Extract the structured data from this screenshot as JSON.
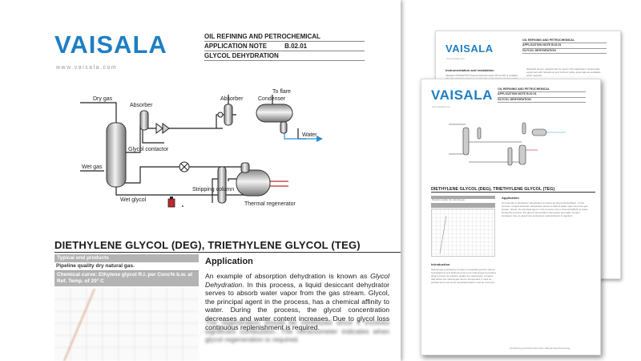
{
  "brand": {
    "logo_text": "VAISALA",
    "url": "www.vaisala.com",
    "color": "#1e7fc4"
  },
  "header": {
    "line1": "OIL REFINING AND PETROCHEMICAL",
    "line2_label": "APPLICATION NOTE",
    "line2_value": "B.02.01",
    "line3": "GLYCOL DEHYDRATION"
  },
  "diagram": {
    "dry_gas": "Dry gas",
    "absorber_left": "Absorber",
    "glycol_contactor": "Glycol contactor",
    "wet_gas": "Wet gas",
    "wet_glycol": "Wet glycol",
    "absorber_right": "Absorber",
    "to_flare": "To flare",
    "condenser": "Condenser",
    "water": "Water",
    "stripping_column": "Stripping column",
    "thermal_regenerator": "Thermal regenerator"
  },
  "main_title": "DIETHYLENE GLYCOL (DEG), TRIETHYLENE GLYCOL (TEG)",
  "sidebar": {
    "typical_head": "Typical end products",
    "typical_text": "Pipeline quality dry natural gas.",
    "chart_head": "Chemical curve: Ethylene glycol R.I. per Conc% b.w. at Ref. Temp. of 20° C"
  },
  "application": {
    "title": "Application",
    "para1_before": "An example of absorption dehydration is known as ",
    "para1_em": "Glycol Dehydration",
    "para1_after": ". In this process, a liquid desiccant dehydrator serves to absorb water vapor from the gas stream. Glycol, the principal agent in the process, has a chemical affinity to water. During the process, the glycol concentration decreases and water content increases. Due to glycol loss continuous replenishment is required.",
    "para2": "The regeneration should be minimized since it involves significant combustion. The refractometer indicates when glycol regeneration is required."
  },
  "back_page": {
    "logo_text": "VAISALA",
    "url": "www.vaisala.com",
    "header1": "OIL REFINING AND PETROCHEMICAL",
    "header2": "APPLICATION NOTE    B.02.01",
    "header3": "GLYCOL DEHYDRATION",
    "section": "Instrumentation and installation",
    "col1": "Vaisala K-PATENTS® Process Refractometer PR-43-GP is installed after the stripping column to monitor the concentration of glycol after the regeneration process.",
    "col2": "Standard sensor material can be used in this application. Appropriate equipment with hazardous and intrinsic safety approvals are available when required."
  },
  "mid_page": {
    "logo_text": "VAISALA",
    "url": "www.vaisala.com",
    "header1": "OIL REFINING AND PETROCHEMICAL",
    "header2": "APPLICATION NOTE    B.02.01",
    "header3": "GLYCOL DEHYDRATION",
    "title": "DIETHYLENE GLYCOL (DEG), TRIETHYLENE GLYCOL (TEG)",
    "side_head": "Typical end products",
    "side_text": "Pipeline quality dry natural gas.",
    "app_title": "Application",
    "app_text": "An example of absorption dehydration is known as Glycol Dehydration. In this process, a liquid desiccant dehydrator serves to absorb water vapor from the gas stream. Glycol, the principal agent in the process, has a chemical affinity to water. During the process, the glycol concentration decreases and water content increases. Due to glycol loss continuous replenishment is required.",
    "intro_title": "Introduction",
    "intro_text": "Natural gas processing consists of separating all the various hydrocarbons and fluids from the pure natural gas to produce what is known as pipeline quality dry natural gas. It means that before the natural gas can be transported, it must be purified and most of the associated water must be removed.",
    "footer": "Oil Refining and Petrochemical | Natural Gas Processing"
  }
}
